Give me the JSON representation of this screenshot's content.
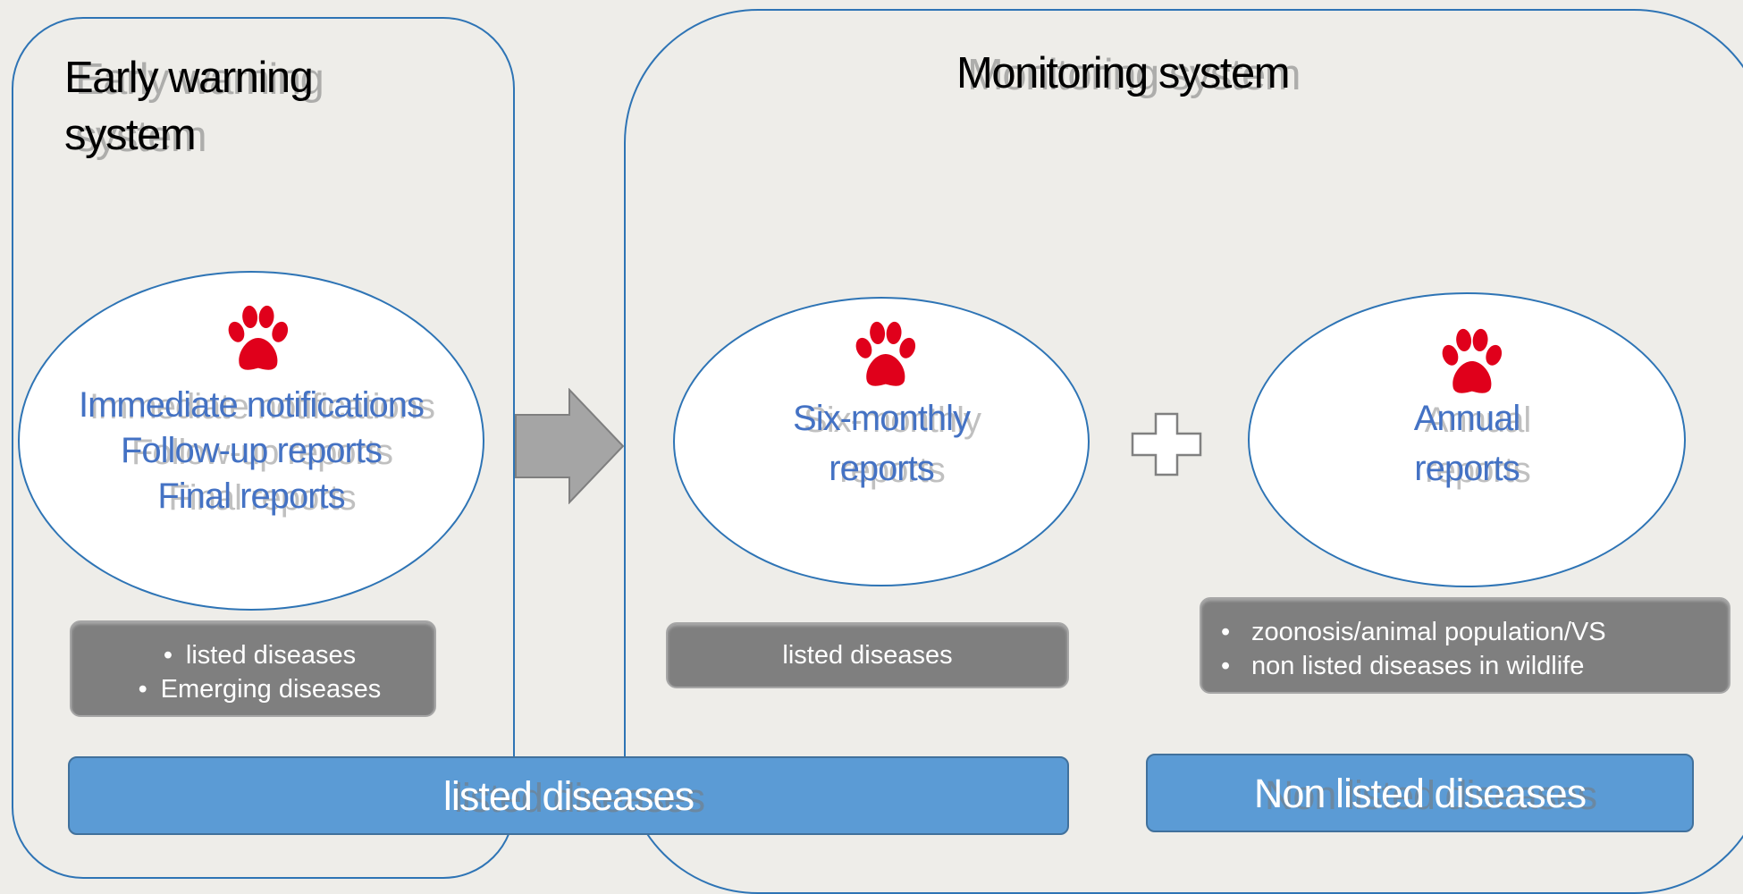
{
  "early": {
    "title": "Early warning system",
    "report_lines": [
      "Immediate notifications",
      "Follow-up reports",
      "Final reports"
    ],
    "scope_items": [
      "listed diseases",
      "Emerging diseases"
    ]
  },
  "monitoring": {
    "title": "Monitoring system",
    "six_monthly": {
      "lines": [
        "Six-monthly",
        "reports"
      ],
      "scope": "listed diseases"
    },
    "annual": {
      "lines": [
        "Annual",
        "reports"
      ],
      "scope_items": [
        "zoonosis/animal population/VS",
        "non listed diseases in wildlife"
      ]
    }
  },
  "bars": {
    "listed": "listed diseases",
    "non_listed": "Non listed diseases"
  },
  "bullet": "•",
  "icons": {
    "paw": "paw-icon",
    "arrow": "right-arrow-icon",
    "plus": "plus-icon"
  },
  "colors": {
    "accent_blue": "#2e74b5",
    "text_blue": "#4472c4",
    "bar_blue": "#5b9bd5",
    "paw_red": "#e0001b",
    "grey_box": "#7f7f7f"
  }
}
